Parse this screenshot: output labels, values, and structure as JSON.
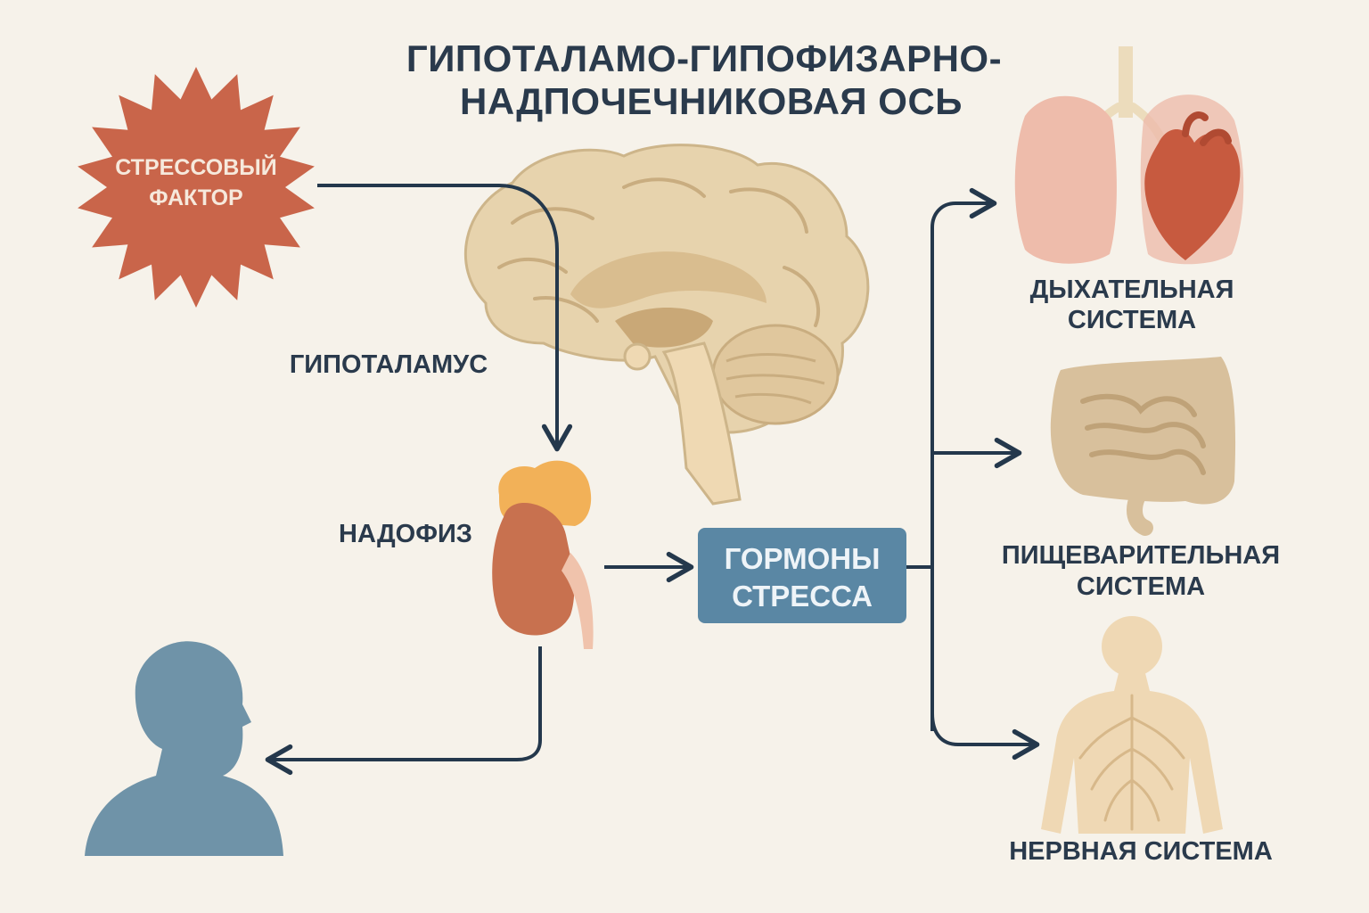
{
  "title": {
    "line1": "ГИПОТАЛАМО-ГИПОФИЗАРНО-",
    "line2": "НАДПОЧЕЧНИКОВАЯ ОСЬ"
  },
  "stressor": {
    "line1": "СТРЕССОВЫЙ",
    "line2": "ФАКТОР"
  },
  "labels": {
    "hypothalamus": "ГИПОТАЛАМУС",
    "adrenal": "НАДОФИЗ"
  },
  "hormones": {
    "line1": "ГОРМОНЫ",
    "line2": "СТРЕССА"
  },
  "targets": {
    "respiratory": {
      "line1": "ДЫХАТЕЛЬНАЯ",
      "line2": "СИСТЕМА"
    },
    "digestive": {
      "line1": "ПИЩЕВАРИТЕЛЬНАЯ",
      "line2": "СИСТЕМА"
    },
    "nervous": {
      "line1": "НЕРВНАЯ СИСТЕМА"
    }
  },
  "colors": {
    "background": "#f6f2ea",
    "text": "#2a3a4c",
    "arrow": "#24384c",
    "stressor": "#c9654a",
    "hormone_box": "#5a87a4",
    "person": "#6f93a8",
    "brain": "#e7d3ad",
    "adrenal": "#c8714f",
    "adrenal_cap": "#f2b158",
    "lungs": "#eebcab",
    "heart": "#c75a3f",
    "intestine": "#d8c09c",
    "body": "#efd8b4"
  },
  "icons": [
    "stressor-star-icon",
    "brain-icon",
    "adrenal-gland-icon",
    "person-silhouette-icon",
    "lungs-icon",
    "heart-icon",
    "intestines-icon",
    "nervous-system-body-icon"
  ]
}
